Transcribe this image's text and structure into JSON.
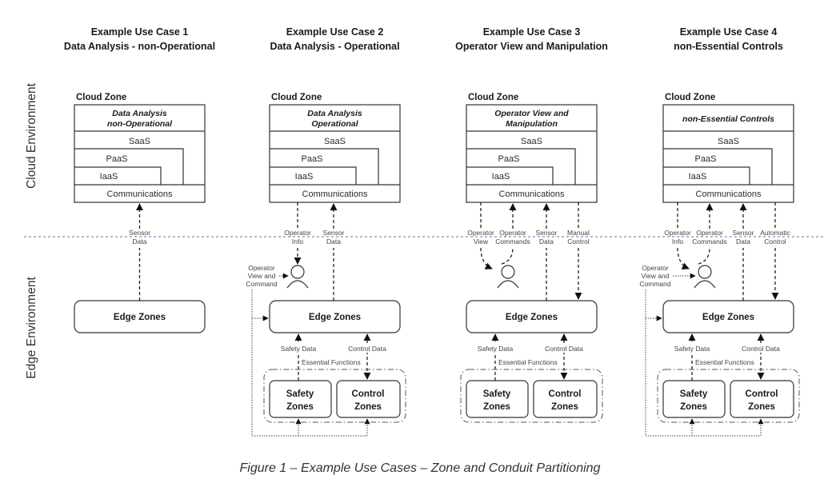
{
  "environments": {
    "cloud": "Cloud Environment",
    "edge": "Edge Environment"
  },
  "colors": {
    "boundary": "#6a9ac4",
    "stroke": "#333333"
  },
  "use_cases": [
    {
      "title_line1": "Example Use Case 1",
      "title_line2": "Data Analysis - non-Operational",
      "cloud_zone_label": "Cloud Zone",
      "header_line1": "Data Analysis",
      "header_line2": "non-Operational",
      "layers": [
        "SaaS",
        "PaaS",
        "IaaS",
        "Communications"
      ],
      "conduits": [
        {
          "line1": "Sensor",
          "line2": "Data",
          "direction": "up"
        }
      ],
      "edge_zones": "Edge Zones"
    },
    {
      "title_line1": "Example Use Case 2",
      "title_line2": "Data Analysis - Operational",
      "cloud_zone_label": "Cloud Zone",
      "header_line1": "Data Analysis",
      "header_line2": "Operational",
      "layers": [
        "SaaS",
        "PaaS",
        "IaaS",
        "Communications"
      ],
      "conduits": [
        {
          "line1": "Operator",
          "line2": "Info",
          "direction": "down"
        },
        {
          "line1": "Sensor",
          "line2": "Data",
          "direction": "up"
        }
      ],
      "operator_label": [
        "Operator",
        "View and",
        "Command"
      ],
      "edge_zones": "Edge Zones",
      "safety_data": "Safety Data",
      "control_data": "Control Data",
      "essential_functions": "Essential Functions",
      "safety_zones": [
        "Safety",
        "Zones"
      ],
      "control_zones": [
        "Control",
        "Zones"
      ]
    },
    {
      "title_line1": "Example Use Case 3",
      "title_line2": "Operator View and Manipulation",
      "cloud_zone_label": "Cloud Zone",
      "header_line1": "Operator View and",
      "header_line2": "Manipulation",
      "layers": [
        "SaaS",
        "PaaS",
        "IaaS",
        "Communications"
      ],
      "conduits": [
        {
          "line1": "Operator",
          "line2": "View",
          "direction": "down"
        },
        {
          "line1": "Operator",
          "line2": "Commands",
          "direction": "up"
        },
        {
          "line1": "Sensor",
          "line2": "Data",
          "direction": "up"
        },
        {
          "line1": "Manual",
          "line2": "Control",
          "direction": "down"
        }
      ],
      "edge_zones": "Edge Zones",
      "safety_data": "Safety Data",
      "control_data": "Control Data",
      "essential_functions": "Essential Functions",
      "safety_zones": [
        "Safety",
        "Zones"
      ],
      "control_zones": [
        "Control",
        "Zones"
      ]
    },
    {
      "title_line1": "Example Use Case 4",
      "title_line2": "non-Essential Controls",
      "cloud_zone_label": "Cloud Zone",
      "header_line1": "non-Essential Controls",
      "header_line2": "",
      "layers": [
        "SaaS",
        "PaaS",
        "IaaS",
        "Communications"
      ],
      "conduits": [
        {
          "line1": "Operator",
          "line2": "Info",
          "direction": "down"
        },
        {
          "line1": "Operator",
          "line2": "Commands",
          "direction": "up"
        },
        {
          "line1": "Sensor",
          "line2": "Data",
          "direction": "up"
        },
        {
          "line1": "Automatic",
          "line2": "Control",
          "direction": "down"
        }
      ],
      "operator_label": [
        "Operator",
        "View and",
        "Command"
      ],
      "edge_zones": "Edge Zones",
      "safety_data": "Safety Data",
      "control_data": "Control Data",
      "essential_functions": "Essential Functions",
      "safety_zones": [
        "Safety",
        "Zones"
      ],
      "control_zones": [
        "Control",
        "Zones"
      ]
    }
  ],
  "caption": "Figure 1 – Example Use Cases – Zone and Conduit Partitioning"
}
